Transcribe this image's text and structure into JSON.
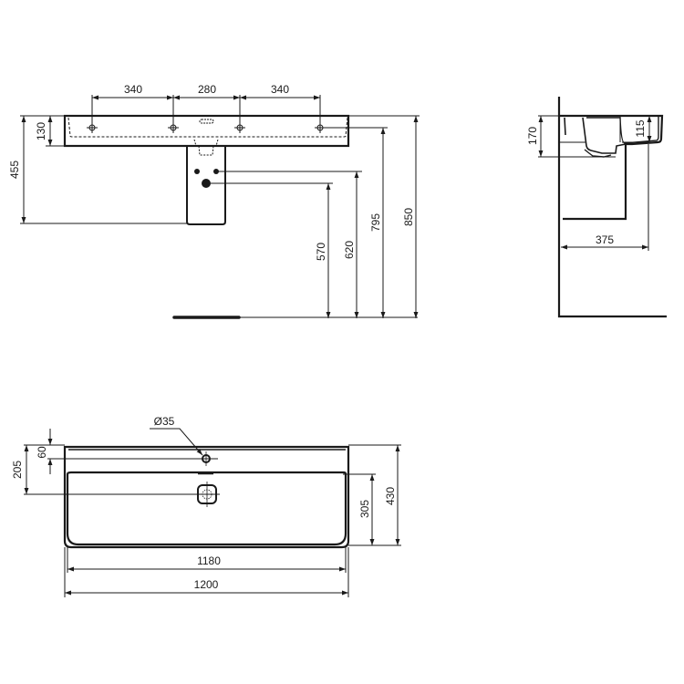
{
  "drawing": {
    "subject": "washbasin-with-semi-pedestal",
    "colors": {
      "line": "#1a1a1a",
      "background": "#ffffff"
    },
    "front_view": {
      "tap_spacing": [
        "340",
        "280",
        "340"
      ],
      "rim_height": "130",
      "total_height": "455",
      "heights_from_floor": [
        "570",
        "620",
        "795",
        "850"
      ]
    },
    "side_view": {
      "overall_depth_height": "170",
      "bowl_depth": "115",
      "projection": "375"
    },
    "top_view": {
      "tap_hole_diameter": "Ø35",
      "tap_hole_offset": "60",
      "waste_offset": "205",
      "bowl_depth": "305",
      "overall_depth": "430",
      "bowl_width": "1180",
      "overall_width": "1200"
    }
  }
}
